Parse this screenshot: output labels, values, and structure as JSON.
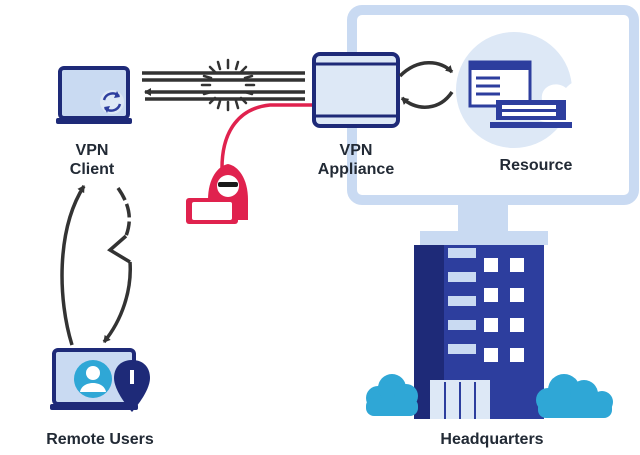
{
  "labels": {
    "vpn_client_line1": "VPN",
    "vpn_client_line2": "Client",
    "vpn_appliance_line1": "VPN",
    "vpn_appliance_line2": "Appliance",
    "resource": "Resource",
    "remote_users": "Remote Users",
    "headquarters": "Headquarters"
  },
  "colors": {
    "navy": "#1e2a78",
    "blue": "#2d3e9e",
    "light_blue": "#c9daf2",
    "pale_blue": "#dde8f6",
    "cyan": "#2fa7d6",
    "attacker_red": "#e0224e",
    "arrow_dark": "#333333"
  },
  "icons": {
    "client": "laptop-sync-icon",
    "attacker": "hooded-hacker-icon",
    "interference": "signal-burst-icon",
    "appliance": "network-appliance-icon",
    "resource": "server-cloud-icon",
    "remote_user": "laptop-user-location-icon",
    "hq": "office-building-icon"
  }
}
